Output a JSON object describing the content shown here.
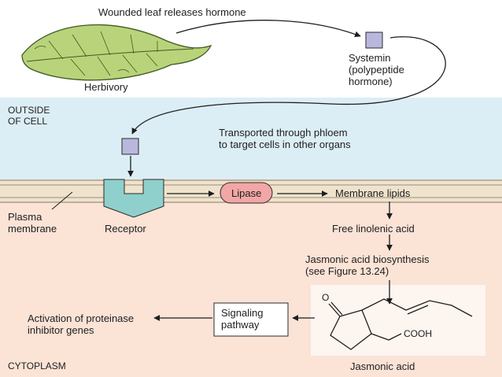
{
  "colors": {
    "outside_bg": "#dceef5",
    "cytoplasm_bg": "#fbe3d6",
    "membrane_fill": "#efe3cd",
    "membrane_line": "#9c8f7a",
    "hormone_fill": "#b9b8dc",
    "receptor_fill": "#8fcfcc",
    "lipase_fill": "#f2a6a6",
    "leaf_fill": "#b9d37a",
    "arrow": "#1e1e1e"
  },
  "labels": {
    "wounded": "Wounded leaf releases hormone",
    "herbivory": "Herbivory",
    "systemin": [
      "Systemin",
      "(polypeptide",
      "hormone)"
    ],
    "outside": [
      "OUTSIDE",
      "OF CELL"
    ],
    "transported": [
      "Transported through phloem",
      "to target cells in other organs"
    ],
    "plasma": [
      "Plasma",
      "membrane"
    ],
    "receptor": "Receptor",
    "lipase": "Lipase",
    "membrane_lipids": "Membrane lipids",
    "free_linolenic": "Free linolenic acid",
    "biosynthesis": [
      "Jasmonic acid biosynthesis",
      "(see Figure 13.24)"
    ],
    "signaling": [
      "Signaling",
      "pathway"
    ],
    "activation": [
      "Activation of proteinase",
      "inhibitor genes"
    ],
    "cytoplasm": "CYTOPLASM",
    "jasmonic_acid": "Jasmonic acid",
    "o_atom": "O",
    "cooh": "COOH"
  },
  "icons": {
    "leaf": "leaf-icon",
    "hormone": "systemin-square-icon",
    "receptor": "receptor-shape",
    "lipase": "lipase-oval"
  }
}
